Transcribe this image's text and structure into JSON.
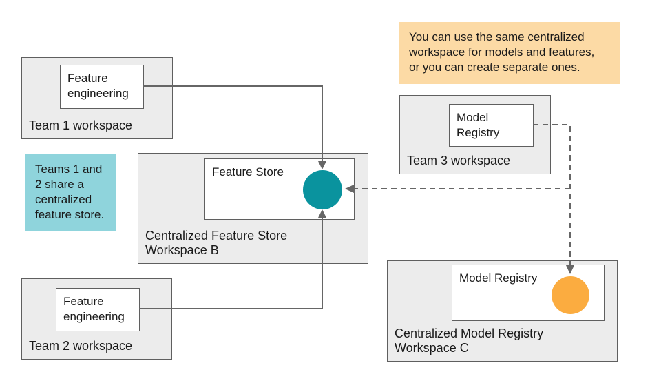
{
  "diagram": {
    "notes": {
      "models_features_note": "You can use the same centralized\nworkspace for models and features,\nor you can create separate ones.",
      "shared_store_note": "Teams 1 and\n2 share a\ncentralized\nfeature store."
    },
    "team1": {
      "label": "Team 1 workspace",
      "component": "Feature engineering"
    },
    "team2": {
      "label": "Team 2 workspace",
      "component": "Feature engineering"
    },
    "team3": {
      "label": "Team 3 workspace",
      "component": "Model Registry"
    },
    "workspace_b": {
      "label": "Centralized Feature Store\nWorkspace B",
      "component": "Feature Store"
    },
    "workspace_c": {
      "label": "Centralized Model Registry\nWorkspace C",
      "component": "Model Registry"
    }
  },
  "colors": {
    "feature_store_node": "#0a939e",
    "model_registry_node": "#fbac40",
    "note_orange_bg": "#fcdaa5",
    "note_teal_bg": "#8fd4dc",
    "workspace_bg": "#ececec",
    "workspace_border": "#5f5f5f",
    "connector": "#666666",
    "text": "#1a1a1a"
  }
}
